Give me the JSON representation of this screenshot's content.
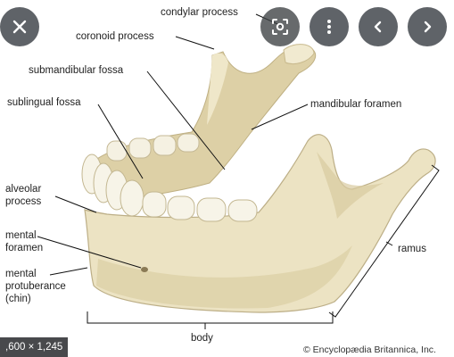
{
  "controls": {
    "close_icon": "close-icon",
    "lens_icon": "visual-search-icon",
    "more_icon": "more-vert-icon",
    "prev_icon": "chevron-left-icon",
    "next_icon": "chevron-right-icon"
  },
  "image_info": {
    "dimensions": ",600 × 1,245"
  },
  "figure": {
    "labels": {
      "condylar": "condylar process",
      "coronoid": "coronoid process",
      "submandibular": "submandibular fossa",
      "sublingual": "sublingual fossa",
      "mandibular_foramen": "mandibular foramen",
      "alveolar": "alveolar\nprocess",
      "mental_foramen": "mental\nforamen",
      "mental_protuberance": "mental\nprotuberance\n(chin)",
      "ramus": "ramus",
      "body": "body"
    },
    "credit": "© Encyclopædia Britannica, Inc."
  },
  "colors": {
    "bone": "#ece3c3",
    "bone_shadow": "#cdbf95",
    "tooth": "#f7f4e8",
    "control_bg": "#5f6368"
  }
}
